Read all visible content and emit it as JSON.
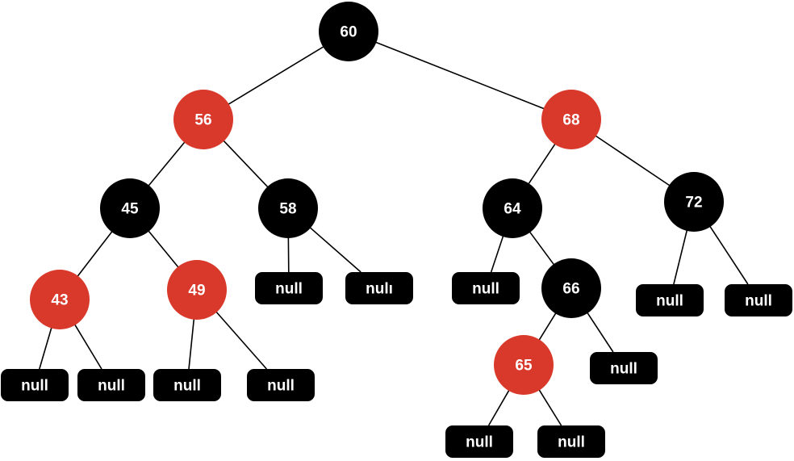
{
  "colors": {
    "red": "#d9392b",
    "black": "#000000",
    "label": "#ffffff",
    "edge": "#000000"
  },
  "nodes": [
    {
      "id": "n60",
      "label": "60",
      "color": "black"
    },
    {
      "id": "n56",
      "label": "56",
      "color": "red"
    },
    {
      "id": "n68",
      "label": "68",
      "color": "red"
    },
    {
      "id": "n45",
      "label": "45",
      "color": "black"
    },
    {
      "id": "n58",
      "label": "58",
      "color": "black"
    },
    {
      "id": "n64",
      "label": "64",
      "color": "black"
    },
    {
      "id": "n72",
      "label": "72",
      "color": "black"
    },
    {
      "id": "n43",
      "label": "43",
      "color": "red"
    },
    {
      "id": "n49",
      "label": "49",
      "color": "red"
    },
    {
      "id": "n66",
      "label": "66",
      "color": "black"
    },
    {
      "id": "n65",
      "label": "65",
      "color": "red"
    }
  ],
  "nulls": [
    {
      "id": "null1",
      "label": "null"
    },
    {
      "id": "null2",
      "label": "null"
    },
    {
      "id": "null3",
      "label": "null"
    },
    {
      "id": "null4",
      "label": "null"
    },
    {
      "id": "null5",
      "label": "null"
    },
    {
      "id": "null6",
      "label": "null"
    },
    {
      "id": "null7",
      "label": "null"
    },
    {
      "id": "null8",
      "label": "null"
    },
    {
      "id": "null9",
      "label": "null"
    },
    {
      "id": "null10",
      "label": "nulı"
    },
    {
      "id": "null11",
      "label": "null"
    },
    {
      "id": "null12",
      "label": "null"
    }
  ],
  "edges": [
    [
      "n60",
      "n56"
    ],
    [
      "n60",
      "n68"
    ],
    [
      "n56",
      "n45"
    ],
    [
      "n56",
      "n58"
    ],
    [
      "n68",
      "n64"
    ],
    [
      "n68",
      "n72"
    ],
    [
      "n45",
      "n43"
    ],
    [
      "n45",
      "n49"
    ],
    [
      "n58",
      "null9"
    ],
    [
      "n58",
      "null10"
    ],
    [
      "n64",
      "null11"
    ],
    [
      "n64",
      "n66"
    ],
    [
      "n72",
      "null5"
    ],
    [
      "n72",
      "null6"
    ],
    [
      "n43",
      "null1"
    ],
    [
      "n43",
      "null2"
    ],
    [
      "n49",
      "null3"
    ],
    [
      "n49",
      "null4"
    ],
    [
      "n66",
      "n65"
    ],
    [
      "n66",
      "null12"
    ],
    [
      "n65",
      "null7"
    ],
    [
      "n65",
      "null8"
    ]
  ]
}
